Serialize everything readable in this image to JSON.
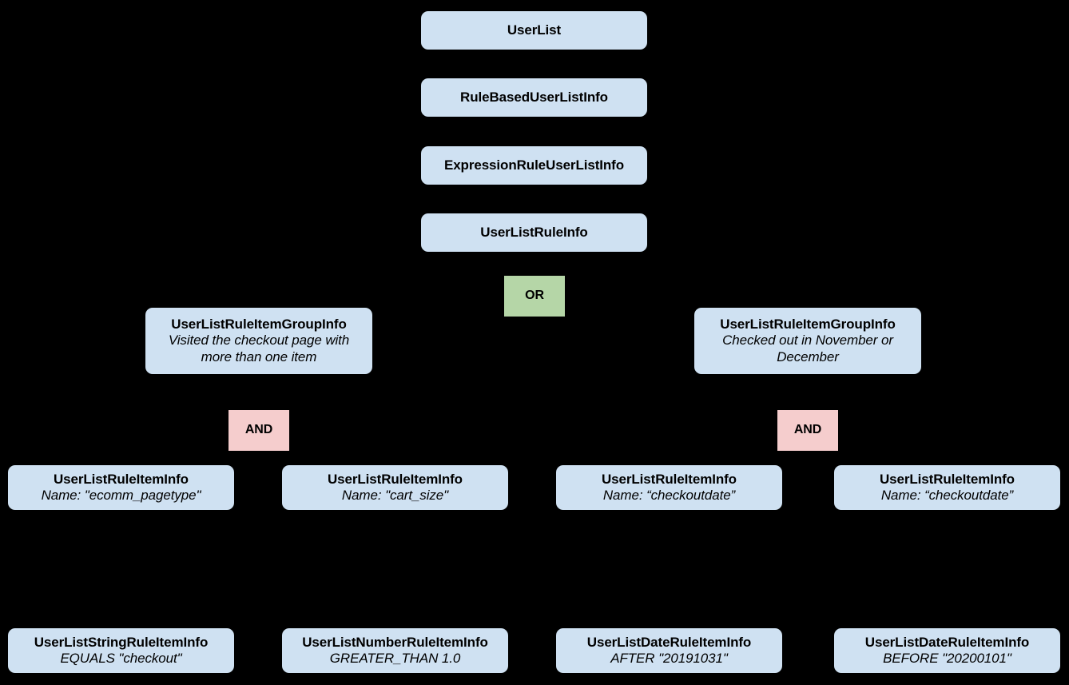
{
  "diagram": {
    "type": "hierarchy-tree",
    "background_color": "#000000",
    "entity_color": "#cfe1f2",
    "or_color": "#b5d6a7",
    "and_color": "#f5cdcd",
    "text_color": "#000000"
  },
  "nodes": {
    "user_list": {
      "title": "UserList",
      "subtitle": ""
    },
    "rule_based_user_list_info": {
      "title": "RuleBasedUserListInfo",
      "subtitle": ""
    },
    "expression_rule_user_list_info": {
      "title": "ExpressionRuleUserListInfo",
      "subtitle": ""
    },
    "user_list_rule_info": {
      "title": "UserListRuleInfo",
      "subtitle": ""
    },
    "or_operator": {
      "title": "OR"
    },
    "group_left": {
      "title": "UserListRuleItemGroupInfo",
      "subtitle": "Visited the checkout page with more than one item"
    },
    "group_right": {
      "title": "UserListRuleItemGroupInfo",
      "subtitle": "Checked out in November or December"
    },
    "and_operator_left": {
      "title": "AND"
    },
    "and_operator_right": {
      "title": "AND"
    },
    "item_ecomm_pagetype": {
      "title": "UserListRuleItemInfo",
      "subtitle": "Name: \"ecomm_pagetype\""
    },
    "item_cart_size": {
      "title": "UserListRuleItemInfo",
      "subtitle": "Name: \"cart_size\""
    },
    "item_checkoutdate_after": {
      "title": "UserListRuleItemInfo",
      "subtitle": "Name: “checkoutdate”"
    },
    "item_checkoutdate_before": {
      "title": "UserListRuleItemInfo",
      "subtitle": "Name: “checkoutdate”"
    },
    "string_rule_item_info": {
      "title": "UserListStringRuleItemInfo",
      "subtitle": "EQUALS \"checkout\""
    },
    "number_rule_item_info": {
      "title": "UserListNumberRuleItemInfo",
      "subtitle": "GREATER_THAN 1.0"
    },
    "date_rule_item_info_after": {
      "title": "UserListDateRuleItemInfo",
      "subtitle": "AFTER \"20191031\""
    },
    "date_rule_item_info_before": {
      "title": "UserListDateRuleItemInfo",
      "subtitle": "BEFORE \"20200101\""
    }
  }
}
